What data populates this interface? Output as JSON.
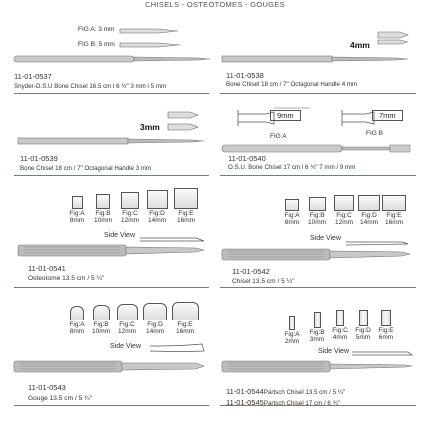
{
  "header": "CHISELS - OSTEOTOMES - GOUGES",
  "items": {
    "p0537": {
      "code": "11-01-0537",
      "desc": "Snyder-O.S.U Bone Chisel 16.5 cm l 6 ½\" 3 mm l 5 mm",
      "fig_a": "FIG A: 3 mm",
      "fig_b": "FIG B: 5 mm"
    },
    "p0538": {
      "code": "11-01-0538",
      "desc": "Bone Chisel 18 cm / 7\" Octagonal Handle 4 mm",
      "size": "4mm"
    },
    "p0539": {
      "code": "11-01-0539",
      "desc": "Bone Chisel 18 cm / 7\" Octagonal Handle 3 mm",
      "size": "3mm"
    },
    "p0540": {
      "code": "11-01-0540",
      "desc": "O.S.U. Bone Chisel 17 cm l 6 ¾\"   7 mm / 9 mm",
      "fig_a_size": "9mm",
      "fig_a": "FIG A",
      "fig_b_size": "7mm",
      "fig_b": "FIG B"
    },
    "p0541": {
      "code": "11-01-0541",
      "desc": "Osteotome 13.5 cm / 5 ¼\"",
      "side_view": "Side View",
      "figs": [
        {
          "fig": "Fig:A",
          "size": "8mm"
        },
        {
          "fig": "Fig:B",
          "size": "10mm"
        },
        {
          "fig": "Fig:C",
          "size": "12mm"
        },
        {
          "fig": "Fig:D",
          "size": "14mm"
        },
        {
          "fig": "Fig:E",
          "size": "16mm"
        }
      ]
    },
    "p0542": {
      "code": "11-01-0542",
      "desc": "Chisel 13.5 cm / 5 ¼\"",
      "side_view": "Side View",
      "figs": [
        {
          "fig": "Fig:A",
          "size": "8mm"
        },
        {
          "fig": "Fig:B",
          "size": "10mm"
        },
        {
          "fig": "Fig:C",
          "size": "12mm"
        },
        {
          "fig": "Fig:D",
          "size": "14mm"
        },
        {
          "fig": "Fig:E",
          "size": "16mm"
        }
      ]
    },
    "p0543": {
      "code": "11-01-0543",
      "desc": "Gouge 13.5 cm / 5 ¼\"",
      "side_view": "Side View",
      "figs": [
        {
          "fig": "Fig:A",
          "size": "8mm"
        },
        {
          "fig": "Fig:B",
          "size": "10mm"
        },
        {
          "fig": "Fig:C",
          "size": "12mm"
        },
        {
          "fig": "Fig:D",
          "size": "14mm"
        },
        {
          "fig": "Fig:E",
          "size": "16mm"
        }
      ]
    },
    "p0544": {
      "code1": "11-01-0544",
      "desc1": "Partsch Chisel 13.5 cm / 5 ¼\"",
      "code2": "11-01-0545",
      "desc2": "Partsch Chisel 17 cm / 6 ¾\"",
      "side_view": "Side View",
      "figs": [
        {
          "fig": "Fig:A",
          "size": "2mm"
        },
        {
          "fig": "Fig:B",
          "size": "3mm"
        },
        {
          "fig": "Fig:C",
          "size": "4mm"
        },
        {
          "fig": "Fig:D",
          "size": "5mm"
        },
        {
          "fig": "Fig:E",
          "size": "6mm"
        }
      ]
    }
  }
}
